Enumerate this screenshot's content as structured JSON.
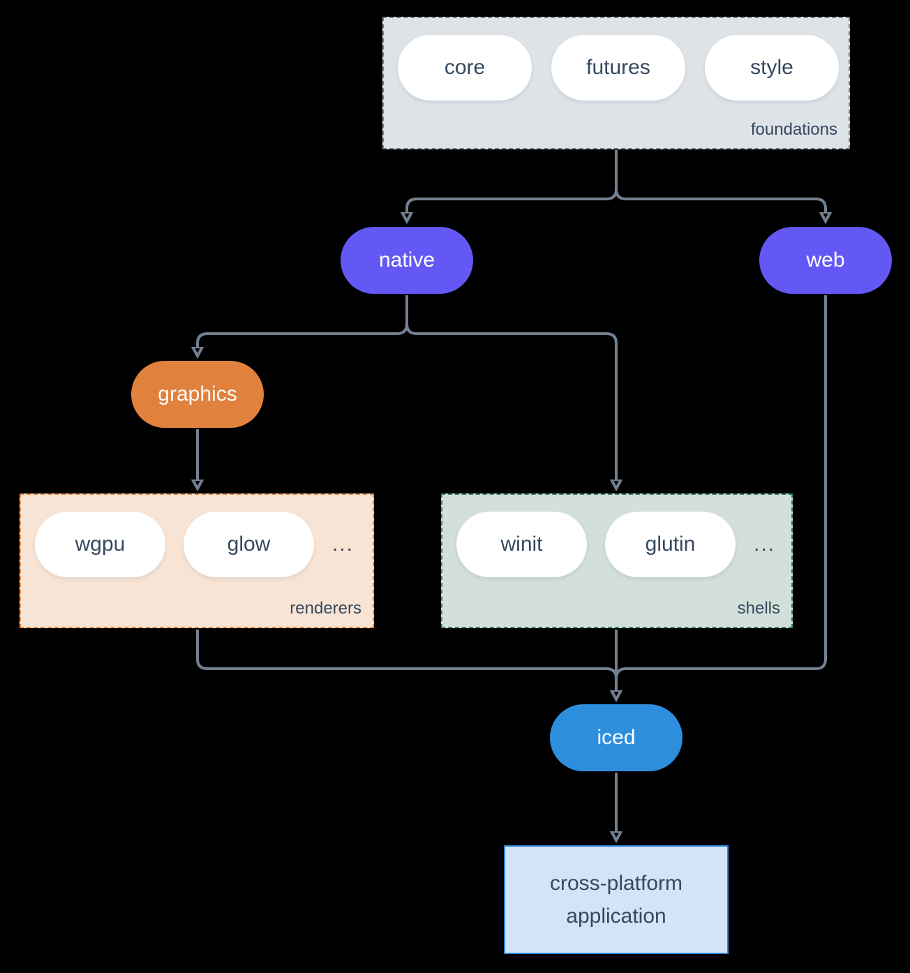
{
  "canvas": {
    "background": "#000000"
  },
  "colors": {
    "edge": "#72808f",
    "node_purple": "#6358f3",
    "node_orange": "#e0813d",
    "node_blue": "#2e8ede",
    "text_dark": "#35495e",
    "pill_white": "#ffffff",
    "foundations_fill": "#dee3e7",
    "foundations_border": "#6e7f8e",
    "renderers_fill": "#f8e4d4",
    "renderers_border": "#e8873f",
    "shells_fill": "#d3dfd9",
    "shells_border": "#2e8275",
    "app_fill": "#d2e4f6",
    "app_border": "#2f85d8"
  },
  "groups": {
    "foundations": {
      "label": "foundations",
      "items": [
        "core",
        "futures",
        "style"
      ]
    },
    "renderers": {
      "label": "renderers",
      "items": [
        "wgpu",
        "glow"
      ],
      "ellipsis": "..."
    },
    "shells": {
      "label": "shells",
      "items": [
        "winit",
        "glutin"
      ],
      "ellipsis": "..."
    }
  },
  "nodes": {
    "native": "native",
    "web": "web",
    "graphics": "graphics",
    "iced": "iced",
    "application": "cross-platform application"
  },
  "edges": [
    {
      "from": "foundations",
      "to": "native"
    },
    {
      "from": "foundations",
      "to": "web"
    },
    {
      "from": "native",
      "to": "graphics"
    },
    {
      "from": "native",
      "to": "shells"
    },
    {
      "from": "graphics",
      "to": "renderers"
    },
    {
      "from": "renderers",
      "to": "iced"
    },
    {
      "from": "shells",
      "to": "iced"
    },
    {
      "from": "web",
      "to": "iced"
    },
    {
      "from": "iced",
      "to": "application"
    }
  ]
}
